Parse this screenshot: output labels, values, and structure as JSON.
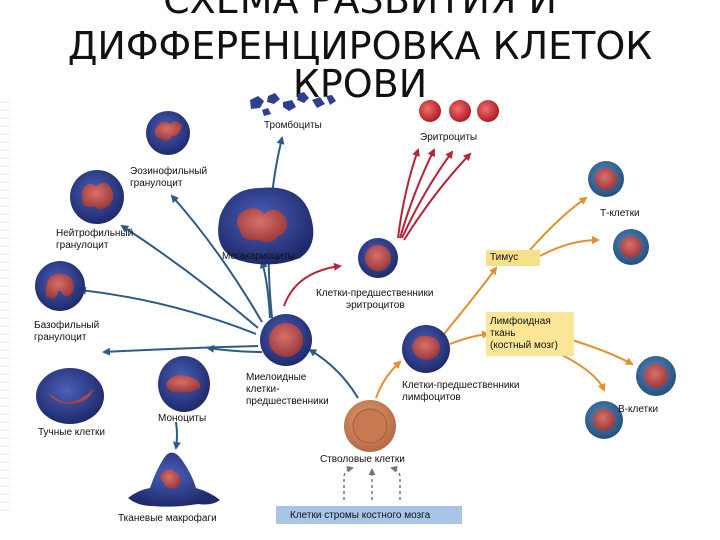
{
  "title": {
    "line1": "СХЕМА РАЗВИТИЯ И",
    "line2": "ДИФФЕРЕНЦИРОВКА КЛЕТОК",
    "line3": "КРОВИ"
  },
  "labels": {
    "thrombocytes": "Тромбоциты",
    "erythrocytes": "Эритроциты",
    "eosinophil_1": "Эозинофильный",
    "eosinophil_2": "гранулоцит",
    "neutrophil_1": "Нейтрофильный",
    "neutrophil_2": "гранулоцит",
    "megakaryocytes": "Мегакариоциты",
    "t_cells": "Т-клетки",
    "thymus": "Тимус",
    "erythro_precursors_1": "Клетки-предшественники",
    "erythro_precursors_2": "эритроцитов",
    "basophil_1": "Базофильный",
    "basophil_2": "гранулоцит",
    "lymphoid_1": "Лимфоидная",
    "lymphoid_2": "ткань",
    "lymphoid_3": "(костный мозг)",
    "myeloid_1": "Миелоидные",
    "myeloid_2": "клетки-",
    "myeloid_3": "предшественники",
    "lympho_precursors_1": "Клетки-предшественники",
    "lympho_precursors_2": "лимфоцитов",
    "mast_cells": "Тучные клетки",
    "monocytes": "Моноциты",
    "b_cells": "В-клетки",
    "stem_cells": "Стволовые клетки",
    "tissue_macrophages": "Тканевые макрофаги",
    "stroma": "Клетки стромы костного мозга"
  },
  "colors": {
    "cell_body": "#2f3f8e",
    "cell_nucleus": "#b8504e",
    "arrow_myeloid": "#2d5a86",
    "arrow_erythroid": "#b5263a",
    "arrow_lymphoid": "#e0922c",
    "thymus_box": "#f7e08a",
    "lymphoid_box": "#fbe596",
    "stroma_box": "#a8c4e6",
    "stem_cell": "#c9825a"
  }
}
